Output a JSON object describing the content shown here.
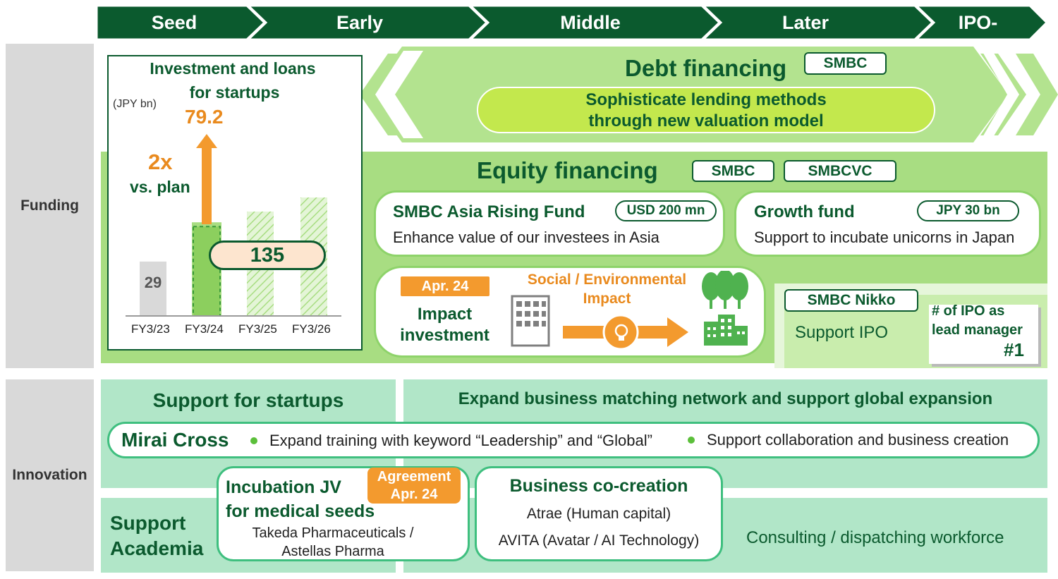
{
  "stages": [
    "Seed",
    "Early",
    "Middle",
    "Later",
    "IPO-"
  ],
  "side_labels": {
    "funding": "Funding",
    "innovation": "Innovation"
  },
  "chart": {
    "title_line1": "Investment and loans",
    "title_line2": "for startups",
    "unit": "(JPY bn)",
    "value_top": "79.2",
    "multiplier": "2x",
    "vs_plan": "vs. plan",
    "target_label": "135",
    "bar_label_fy23": "29"
  },
  "chart_data": {
    "type": "bar",
    "categories": [
      "FY3/23",
      "FY3/24",
      "FY3/25",
      "FY3/26"
    ],
    "values": [
      29,
      79.2,
      null,
      null
    ],
    "plan_value": 135,
    "title": "Investment and loans for startups",
    "ylabel": "(JPY bn)"
  },
  "debt": {
    "title": "Debt financing",
    "tag": "SMBC",
    "line1": "Sophisticate lending methods",
    "line2": "through new valuation model"
  },
  "equity": {
    "title": "Equity financing",
    "tag1": "SMBC",
    "tag2": "SMBCVC",
    "asia_title": "SMBC Asia Rising Fund",
    "asia_amount": "USD 200 mn",
    "asia_desc": "Enhance value of our investees in Asia",
    "growth_title": "Growth fund",
    "growth_amount": "JPY 30 bn",
    "growth_desc": "Support to incubate unicorns in Japan",
    "impact_date": "Apr. 24",
    "impact_line1": "Impact",
    "impact_line2": "investment",
    "social_line1": "Social / Environmental",
    "social_line2": "Impact"
  },
  "ipo": {
    "tag": "SMBC Nikko",
    "support": "Support IPO",
    "rank_line1": "# of IPO as",
    "rank_line2": "lead manager",
    "rank_value": "#1"
  },
  "innovation": {
    "startups_title": "Support for startups",
    "expand_title": "Expand business matching network and support global expansion",
    "mirai_title": "Mirai Cross",
    "bullet1": "Expand training with keyword “Leadership” and “Global”",
    "bullet2": "Support collaboration and business creation",
    "academia_line1": "Support",
    "academia_line2": "Academia",
    "jv_line1": "Incubation JV",
    "jv_line2": "for medical seeds",
    "jv_partners1": "Takeda Pharmaceuticals /",
    "jv_partners2": "Astellas Pharma",
    "agreement_line1": "Agreement",
    "agreement_line2": "Apr. 24",
    "cocreation_title": "Business co-creation",
    "cocreation_item1": "Atrae (Human capital)",
    "cocreation_item2": "AVITA (Avatar / AI Technology)",
    "consulting": "Consulting / dispatching workforce"
  }
}
